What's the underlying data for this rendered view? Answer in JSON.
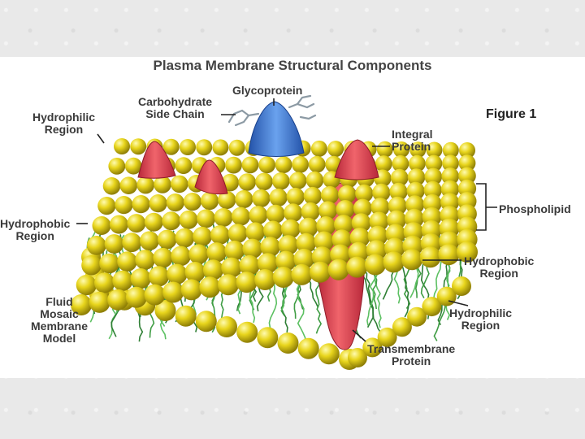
{
  "title": "Plasma Membrane Structural Components",
  "figure_label": "Figure 1",
  "labels": {
    "hydrophilic_top": [
      "Hydrophilic",
      "Region"
    ],
    "carbohydrate": [
      "Carbohydrate",
      "Side Chain"
    ],
    "glycoprotein": "Glycoprotein",
    "integral_protein": [
      "Integral",
      "Protein"
    ],
    "phospholipid": "Phospholipid",
    "hydrophobic_left": [
      "Hydrophobic",
      "Region"
    ],
    "hydrophobic_right": [
      "Hydrophobic",
      "Region"
    ],
    "hydrophilic_right": [
      "Hydrophilic",
      "Region"
    ],
    "fluid_mosaic": [
      "Fluid",
      "Mosaic",
      "Membrane",
      "Model"
    ],
    "transmembrane": [
      "Transmembrane",
      "Protein"
    ]
  },
  "colors": {
    "head": "#e6d21a",
    "head_shadow": "#9a8a08",
    "tail": "#4caf50",
    "protein": "#d9424b",
    "glycoprotein": "#3d7bd4",
    "leader": "#222222"
  }
}
